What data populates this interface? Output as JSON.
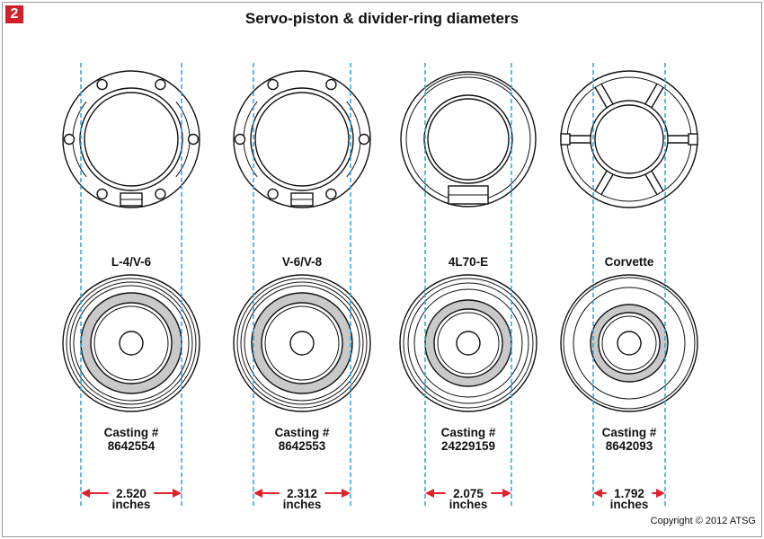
{
  "figure_number": "2",
  "title": "Servo-piston & divider-ring diameters",
  "copyright": "Copyright © 2012 ATSG",
  "units_label": "inches",
  "colors": {
    "guide": "#2aa6df",
    "arrow": "#e0202a",
    "badge": "#d0212b",
    "band": "#c9c9c9"
  },
  "columns": [
    {
      "model": "L-4/V-6",
      "casting_label": "Casting #",
      "casting_number": "8642554",
      "diameter": "2.520",
      "divider_ring_style": "bolted-ring-6-holes",
      "piston_style": "wide-band"
    },
    {
      "model": "V-6/V-8",
      "casting_label": "Casting #",
      "casting_number": "8642553",
      "diameter": "2.312",
      "divider_ring_style": "bolted-ring-6-holes",
      "piston_style": "wide-band"
    },
    {
      "model": "4L70-E",
      "casting_label": "Casting #",
      "casting_number": "24229159",
      "diameter": "2.075",
      "divider_ring_style": "plain-ring-slotted",
      "piston_style": "medium-band"
    },
    {
      "model": "Corvette",
      "casting_label": "Casting #",
      "casting_number": "8642093",
      "diameter": "1.792",
      "divider_ring_style": "spoked-ring",
      "piston_style": "small-band"
    }
  ]
}
